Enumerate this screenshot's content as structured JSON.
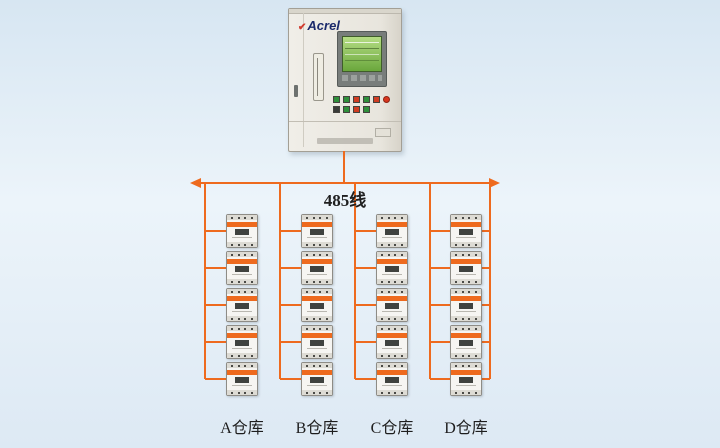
{
  "diagram": {
    "bus_label": "485线"
  },
  "cabinet": {
    "brand": "Acrel"
  },
  "warehouses": [
    {
      "label": "A仓库"
    },
    {
      "label": "B仓库"
    },
    {
      "label": "C仓库"
    },
    {
      "label": "D仓库"
    }
  ],
  "meters_per_column": 5,
  "colors": {
    "wire": "#ee6a1e",
    "device_band": "#ee6a1e",
    "screen_green": "#6aa73c",
    "brand_navy": "#1b2a6b"
  }
}
